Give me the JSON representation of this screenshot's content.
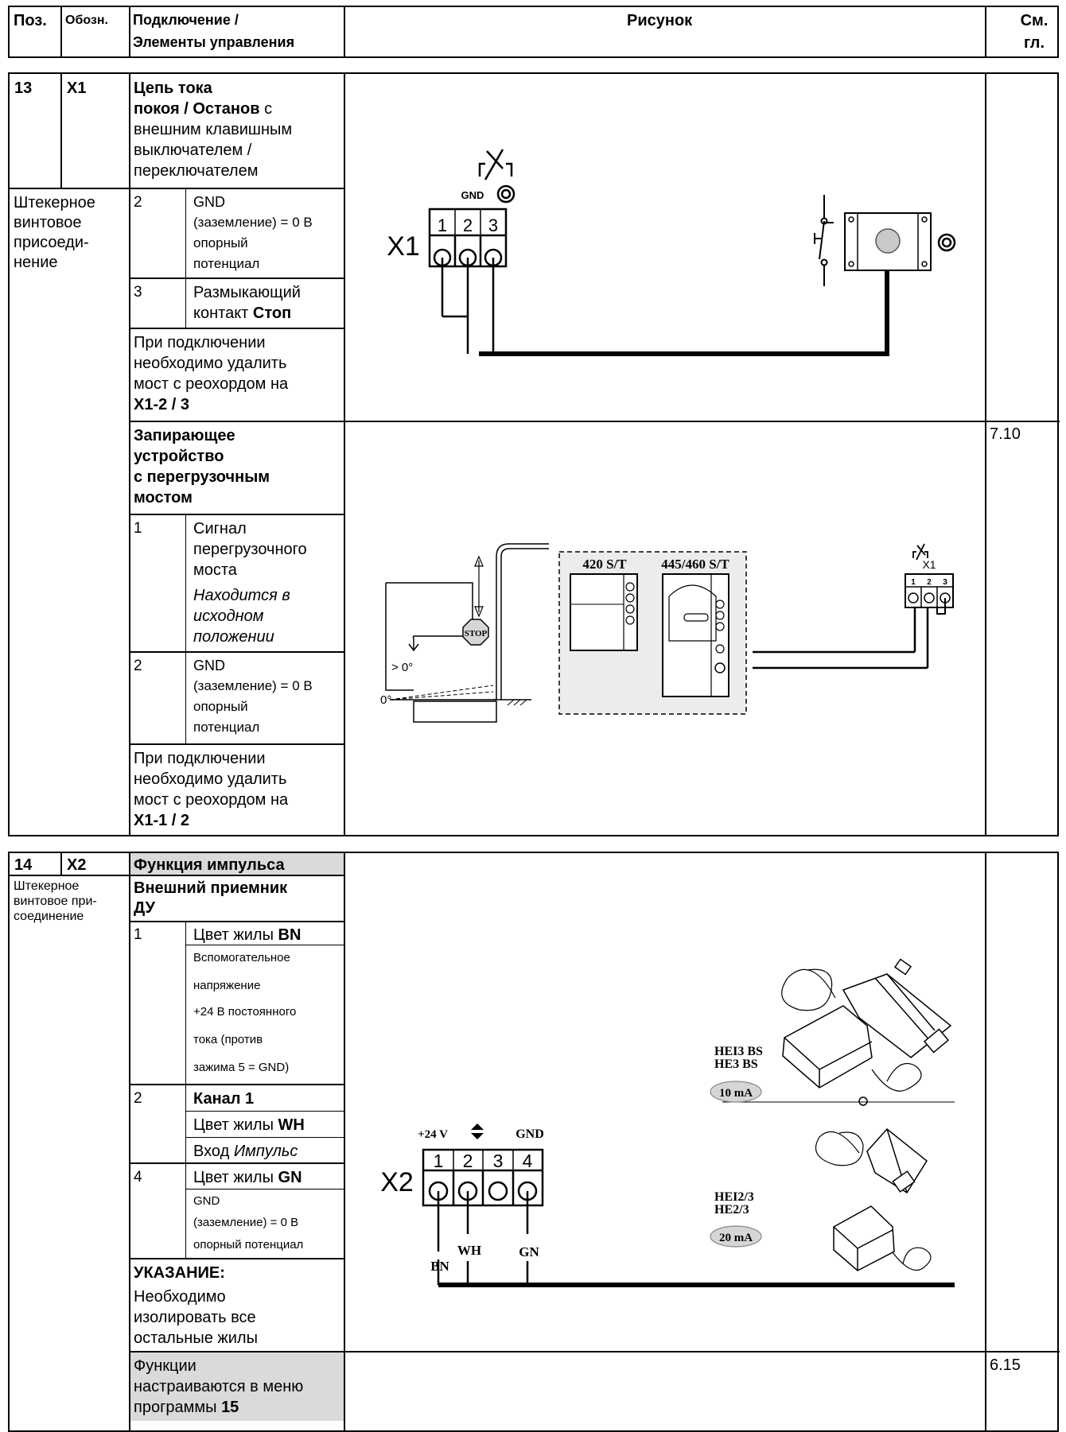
{
  "header": {
    "pos": "Поз.",
    "oboz": "Обозн.",
    "connect_1": "Подключение /",
    "connect_2": "Элементы управления",
    "figure": "Рисунок",
    "see_1": "См.",
    "see_2": "гл."
  },
  "row13": {
    "pos": "13",
    "code": "X1",
    "title_1": "Цепь тока",
    "title_2a": "покоя / Останов",
    "title_2b": " с",
    "title_3": "внешним клавишным",
    "title_4": "выключателем /",
    "title_5": "переключателем",
    "conn_1": "Штекерное",
    "conn_2": "винтовое",
    "conn_3": "присоеди-",
    "conn_4": "нение",
    "pin2_num": "2",
    "pin2_1": "GND",
    "pin2_2": "(заземление) = 0 В",
    "pin2_3": "опорный",
    "pin2_4": "потенциал",
    "pin3_num": "3",
    "pin3_1": "Размыкающий",
    "pin3_2a": "контакт ",
    "pin3_2b": "Стоп",
    "note_1": "При подключении",
    "note_2": "необходимо удалить",
    "note_3": "мост с реохордом на",
    "note_4": "X1-2 / 3",
    "fig": {
      "gnd": "GND",
      "x1": "X1",
      "t1": "1",
      "t2": "2",
      "t3": "3"
    }
  },
  "row13b": {
    "see": "7.10",
    "title_1": "Запирающее",
    "title_2": "устройство",
    "title_3": "с перегрузочным",
    "title_4": "мостом",
    "pin1_num": "1",
    "pin1_1": "Сигнал",
    "pin1_2": "перегрузочного",
    "pin1_3": "моста",
    "pin1_4": "Находится в",
    "pin1_5": "исходном",
    "pin1_6": "положении",
    "pin2_num": "2",
    "pin2_1": "GND",
    "pin2_2": "(заземление) = 0 В",
    "pin2_3": "опорный",
    "pin2_4": "потенциал",
    "note_1": "При подключении",
    "note_2": "необходимо удалить",
    "note_3": "мост с реохордом на",
    "note_4": "X1-1 / 2",
    "fig": {
      "m420": "420 S/T",
      "m445": "445/460  S/T",
      "x1": "X1",
      "t1": "1",
      "t2": "2",
      "t3": "3",
      "stop": "STOP",
      "gt0": "> 0°",
      "zero": "0°"
    }
  },
  "row14": {
    "pos": "14",
    "code": "X2",
    "title": "Функция импульса",
    "conn_1": "Штекерное",
    "conn_2": "винтовое при-",
    "conn_3": "соединение",
    "sub_1": "Внешний приемник",
    "sub_2": "ДУ",
    "pin1_num": "1",
    "pin1_1a": "Цвет жилы ",
    "pin1_1b": "BN",
    "pin1_2": "Вспомогательное",
    "pin1_3": "напряжение",
    "pin1_4": "+24  В  постоянного",
    "pin1_5": "тока (против",
    "pin1_6": "зажима 5 = GND)",
    "pin2_num": "2",
    "pin2_1": "Канал 1",
    "pin2_2a": "Цвет жилы ",
    "pin2_2b": "WH",
    "pin2_3a": "Вход ",
    "pin2_3b": "Импульс",
    "pin4_num": "4",
    "pin4_1a": "Цвет жилы ",
    "pin4_1b": "GN",
    "pin4_2": "GND",
    "pin4_3": "(заземление) = 0 В",
    "pin4_4": "опорный потенциал",
    "note_h": "УКАЗАНИЕ:",
    "note_1": "Необходимо",
    "note_2": "изолировать все",
    "note_3": "остальные жилы",
    "func_1": "Функции",
    "func_2": "настраиваются в меню",
    "func_3a": "программы ",
    "func_3b": "15",
    "see": "6.15",
    "fig": {
      "v24": "+24 V",
      "gnd": "GND",
      "x2": "X2",
      "t1": "1",
      "t2": "2",
      "t3": "3",
      "t4": "4",
      "bn": "BN",
      "wh": "WH",
      "gn": "GN",
      "hei3_1": "HEI3 BS",
      "hei3_2": "HE3 BS",
      "ma10": "10 mA",
      "hei2_1": "HEI2/3",
      "hei2_2": "HE2/3",
      "ma20": "20 mA"
    }
  }
}
